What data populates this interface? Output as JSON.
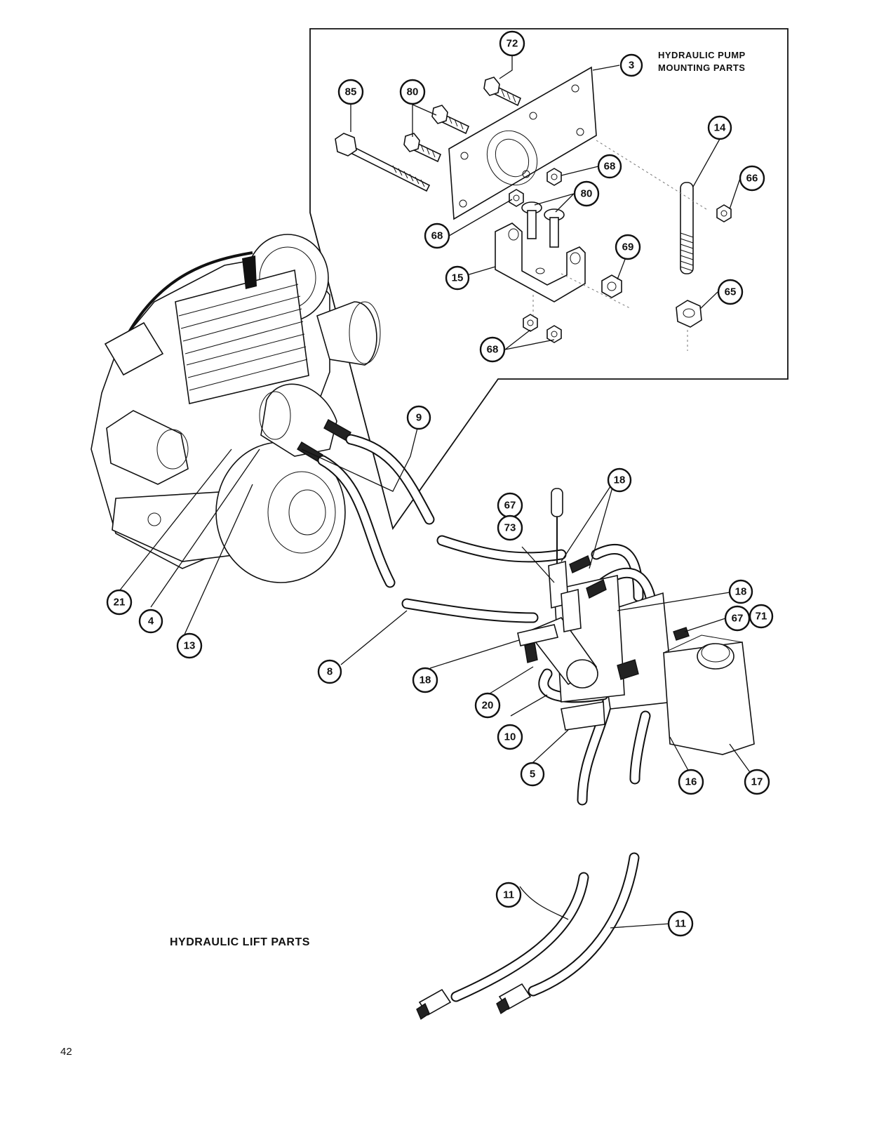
{
  "inset_title_line1": "HYDRAULIC PUMP",
  "inset_title_line2": "MOUNTING PARTS",
  "main_title": "HYDRAULIC LIFT PARTS",
  "page_number": "42",
  "callouts": {
    "c72": "72",
    "c3": "3",
    "c85": "85",
    "c80a": "80",
    "c14": "14",
    "c68a": "68",
    "c66": "66",
    "c80b": "80",
    "c68b": "68",
    "c69": "69",
    "c15": "15",
    "c65": "65",
    "c68c": "68",
    "c9": "9",
    "c18a": "18",
    "c67a": "67",
    "c73": "73",
    "c18b": "18",
    "c67b": "67",
    "c71": "71",
    "c21": "21",
    "c4": "4",
    "c13": "13",
    "c8": "8",
    "c18c": "18",
    "c20": "20",
    "c10": "10",
    "c5": "5",
    "c16": "16",
    "c17": "17",
    "c11a": "11",
    "c11b": "11"
  }
}
